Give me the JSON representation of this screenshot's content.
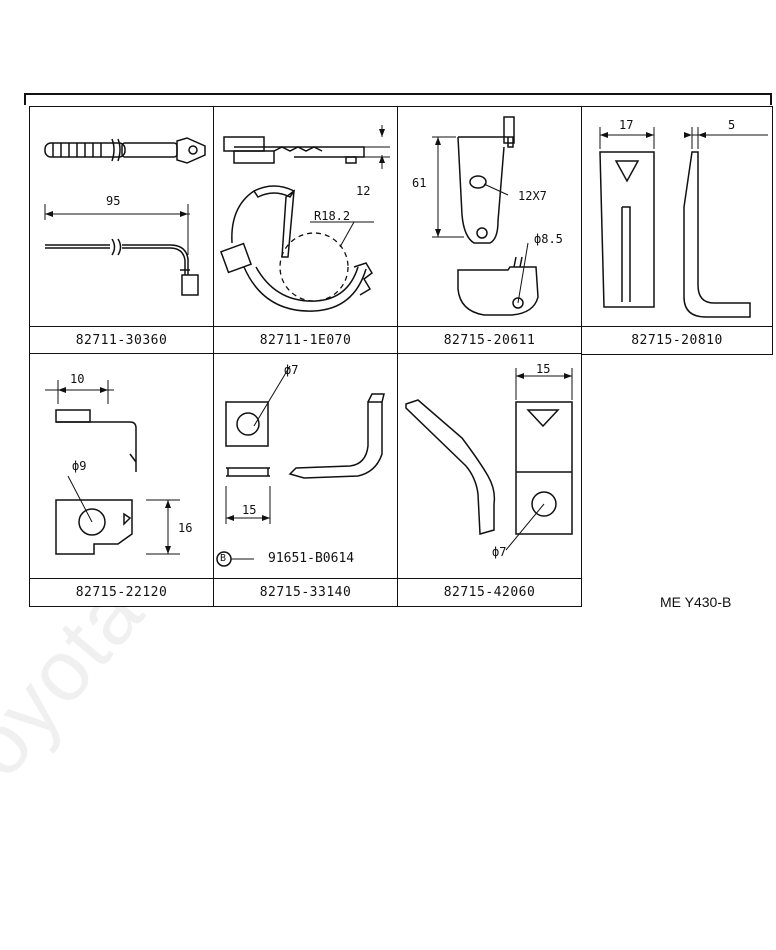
{
  "watermark": "ToyotaCaMinerm.ru",
  "diagram_code": "ME Y430-B",
  "parts": [
    {
      "part_number": "82711-30360",
      "dims": [
        "95"
      ]
    },
    {
      "part_number": "82711-1E070",
      "dims": [
        "12",
        "R18.2"
      ]
    },
    {
      "part_number": "82715-20611",
      "dims": [
        "61",
        "12X7",
        "ф8.5"
      ]
    },
    {
      "part_number": "82715-20810",
      "dims": [
        "17",
        "5"
      ]
    },
    {
      "part_number": "82715-22120",
      "dims": [
        "10",
        "ф9",
        "16"
      ]
    },
    {
      "part_number": "82715-33140",
      "dims": [
        "ф7",
        "15"
      ],
      "callout": {
        "letter": "B",
        "number": "91651-B0614"
      }
    },
    {
      "part_number": "82715-42060",
      "dims": [
        "15",
        "ф7"
      ]
    }
  ]
}
